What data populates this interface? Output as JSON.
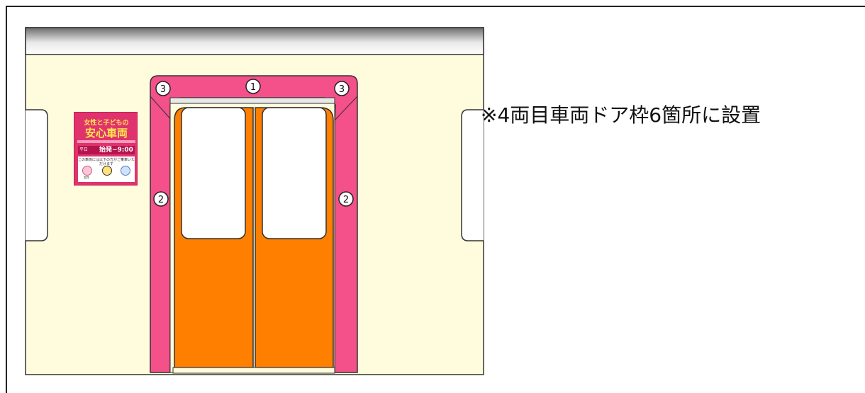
{
  "note": "※4両目車両ドア枠6箇所に設置",
  "markers": {
    "top": "1",
    "corner_left": "3",
    "corner_right": "3",
    "side_left": "2",
    "side_right": "2"
  },
  "poster": {
    "title_small": "女性と子どもの",
    "title_large": "安心車両",
    "hours_label": "平日",
    "hours_value": "始発~9:00",
    "panel_text": "この車両には以下の方がご乗車いただけます",
    "label_women": "女性"
  },
  "colors": {
    "wall": "#fefcdc",
    "door_frame": "#f4508a",
    "door": "#ff7f00",
    "ceiling_dark": "#6b6b6b"
  }
}
